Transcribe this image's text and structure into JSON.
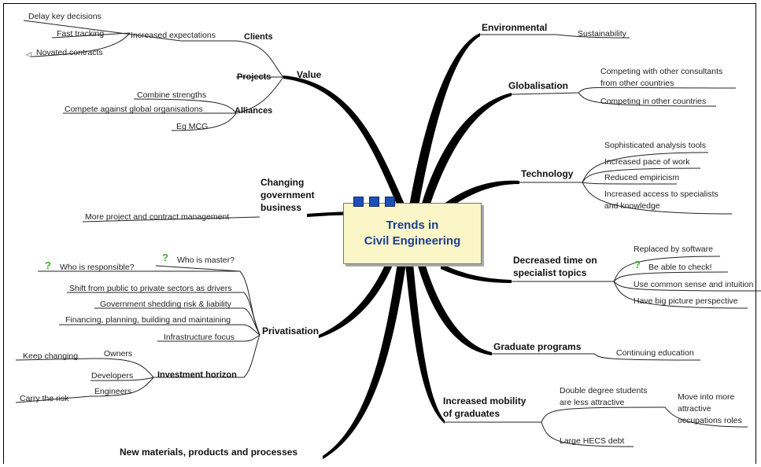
{
  "central": {
    "line1": "Trends in",
    "line2": "Civil Engineering"
  },
  "icons": {
    "question": "?",
    "open_arrow": "◁"
  },
  "left": {
    "value": {
      "label": "Value",
      "clients": "Clients",
      "increased_expectations": "Increased expectations",
      "delay_key_decisions": "Delay key decisions",
      "fast_tracking": "Fast tracking",
      "novated_contracts": "Novated contracts",
      "projects": "Projects",
      "alliances": "Alliances",
      "combine_strengths": "Combine strengths",
      "compete_global": "Compete against global organisations",
      "eg_mcg": "Eg MCG"
    },
    "changing_gov": {
      "line1": "Changing",
      "line2": "government",
      "line3": "business",
      "more_project": "More project and contract management"
    },
    "privatisation": {
      "label": "Privatisation",
      "who_responsible": "Who is responsible?",
      "who_master": "Who is master?",
      "shift_public": "Shift from public to private sectors as drivers",
      "gov_shedding": "Government shedding risk & liability",
      "financing": "Financing, planning, building and maintaining",
      "infrastructure": "Infrastructure focus",
      "investment_horizon": "Investment horizon",
      "owners": "Owners",
      "keep_changing": "Keep changing",
      "developers": "Developers",
      "engineers": "Engineers",
      "carry_risk": "Carry the risk"
    },
    "new_materials": "New materials, products and processes"
  },
  "right": {
    "environmental": {
      "label": "Environmental",
      "sustainability": "Sustainability"
    },
    "globalisation": {
      "label": "Globalisation",
      "competing_consultants_1": "Competing with other consultants",
      "competing_consultants_2": "from other countries",
      "competing_countries": "Competing in other countries"
    },
    "technology": {
      "label": "Technology",
      "sophisticated": "Sophisticated analysis tools",
      "increased_pace": "Increased pace of work",
      "reduced_empiricism": "Reduced empiricism",
      "increased_access_1": "Increased access to specialists",
      "increased_access_2": "and knowledge"
    },
    "decreased_time": {
      "line1": "Decreased time on",
      "line2": "specialist topics",
      "replaced_software": "Replaced by software",
      "be_able": "Be able to check!",
      "common_sense": "Use common sense and intuition",
      "big_picture": "Have big picture perspective"
    },
    "graduate_programs": {
      "label": "Graduate programs",
      "continuing": "Continuing education"
    },
    "mobility": {
      "line1": "Increased mobility",
      "line2": "of graduates",
      "double_degree_1": "Double degree students",
      "double_degree_2": "are less attractive",
      "move_into_1": "Move into more",
      "move_into_2": "attractive",
      "move_into_3": "occupations roles",
      "hecs": "Large HECS debt"
    }
  }
}
